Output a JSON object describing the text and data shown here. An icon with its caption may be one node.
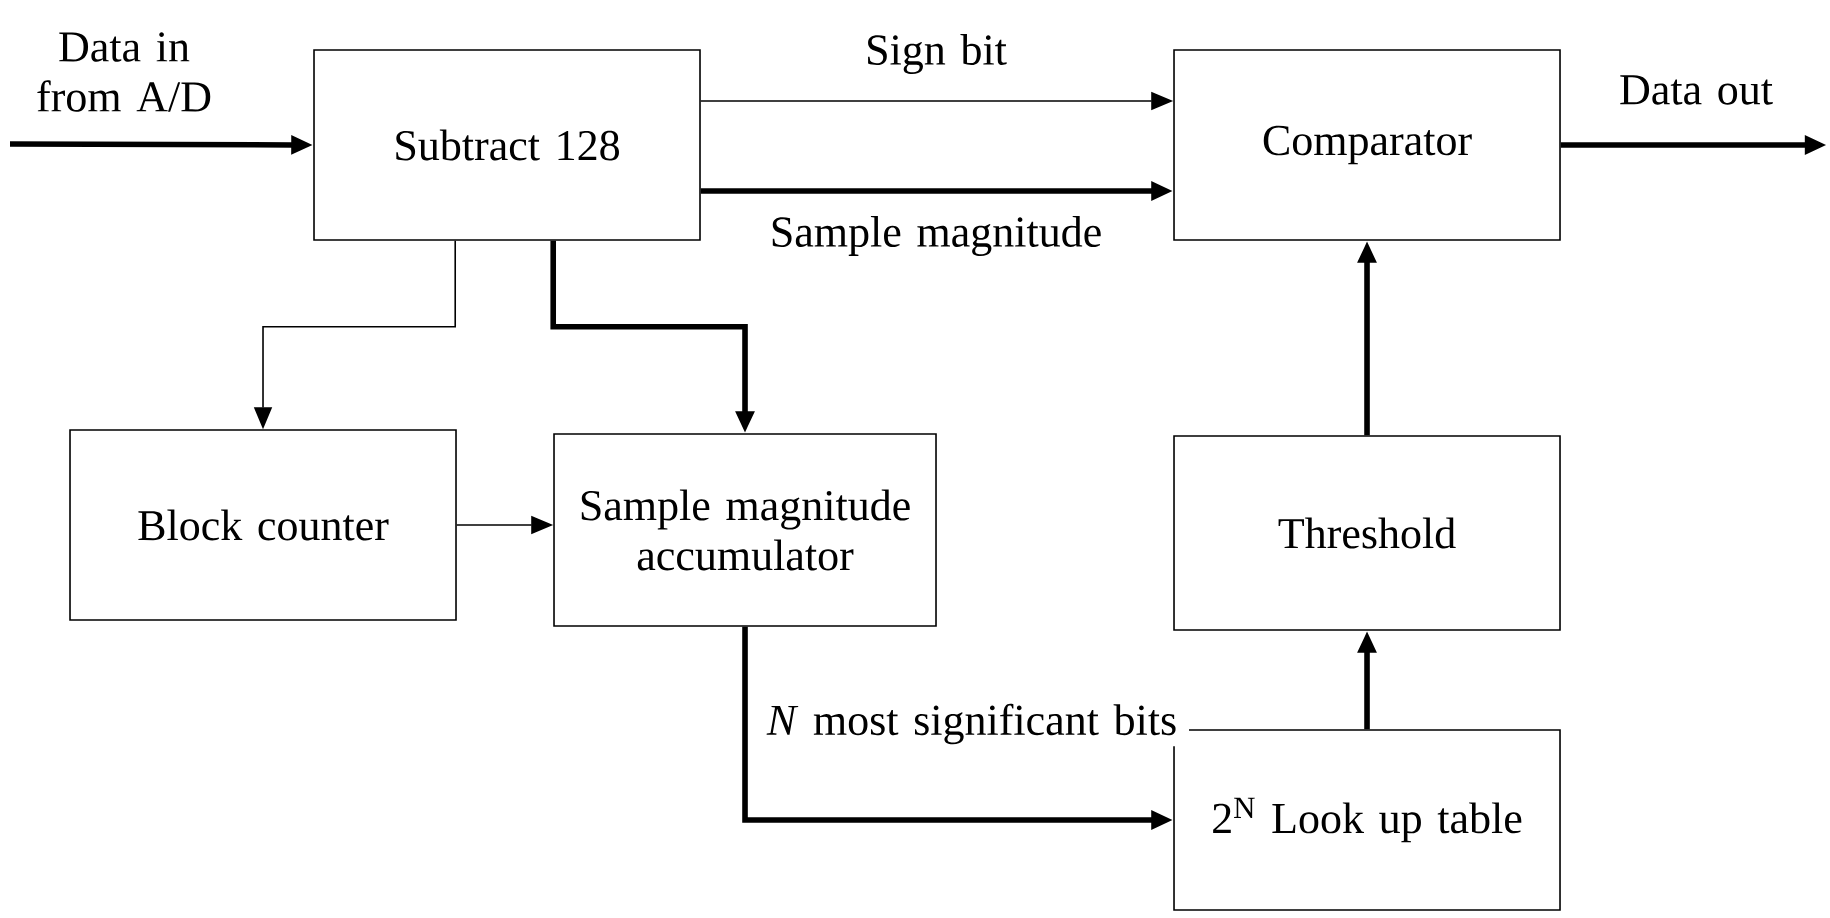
{
  "diagram": {
    "nodes": [
      {
        "text": [
          "Subtract 128"
        ]
      },
      {
        "text": [
          "Comparator"
        ]
      },
      {
        "text": [
          "Block counter"
        ]
      },
      {
        "text": [
          "Sample magnitude accumulator"
        ]
      },
      {
        "text": [
          "Threshold"
        ]
      },
      {
        "text": [
          "2$^{N}$ Look up table"
        ]
      }
    ],
    "edges": [
      {
        "from": null,
        "to": 0,
        "arrow": "to",
        "label": "Data in from A/D"
      },
      {
        "from": 0,
        "to": 1,
        "arrow": "to",
        "label": "Sign bit"
      },
      {
        "from": 0,
        "to": 1,
        "arrow": "to",
        "label": "Sample magnitude"
      },
      {
        "from": 1,
        "to": null,
        "arrow": "to",
        "label": "Data out"
      },
      {
        "from": 0,
        "to": 2,
        "arrow": "to"
      },
      {
        "from": 0,
        "to": 3,
        "arrow": "to"
      },
      {
        "from": 2,
        "to": 3,
        "arrow": "to"
      },
      {
        "from": 3,
        "to": 5,
        "arrow": "to",
        "label": "*N* most significant bits"
      },
      {
        "from": 5,
        "to": 4,
        "arrow": "to"
      },
      {
        "from": 4,
        "to": 1,
        "arrow": "to"
      }
    ]
  }
}
